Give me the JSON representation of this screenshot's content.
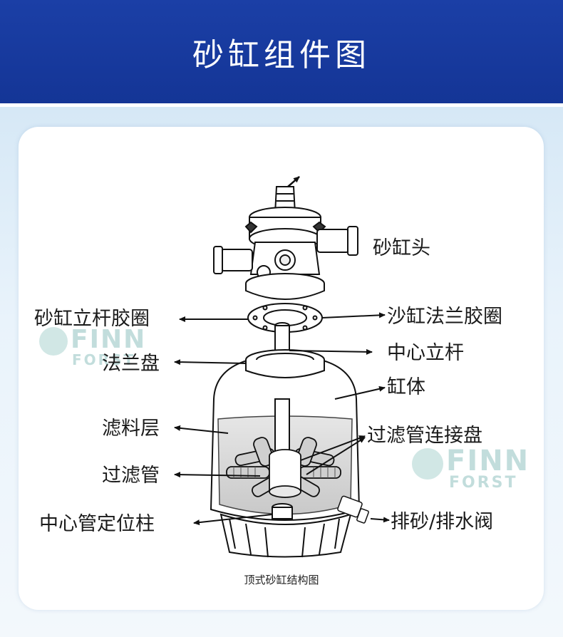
{
  "title": "砂缸组件图",
  "caption": "顶式砂缸结构图",
  "watermark": {
    "line1": "FINN",
    "line2": "FORST"
  },
  "labels": {
    "head": "砂缸头",
    "rod_seal": "砂缸立杆胶圈",
    "flange_seal": "沙缸法兰胶圈",
    "center_rod": "中心立杆",
    "flange_plate": "法兰盘",
    "tank_body": "缸体",
    "media_layer": "滤料层",
    "lateral_hub": "过滤管连接盘",
    "laterals": "过滤管",
    "center_post": "中心管定位柱",
    "drain_valve": "排砂/排水阀"
  }
}
